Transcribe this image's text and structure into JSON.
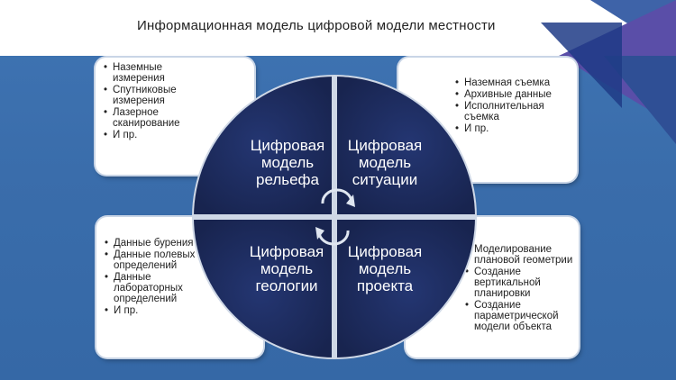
{
  "title": "Информационная  модель цифровой модели местности",
  "quadrants": {
    "top_left": "Цифровая\nмодель\nрельефа",
    "top_right": "Цифровая\nмодель\nситуации",
    "bottom_left": "Цифровая\nмодель\nгеологии",
    "bottom_right": "Цифровая\nмодель\nпроекта"
  },
  "boxes": {
    "top_left": [
      "Наземные измерения",
      "Спутниковые измерения",
      "Лазерное сканирование",
      "И пр."
    ],
    "top_right": [
      "Наземная съемка",
      "Архивные данные",
      "Исполнительная съемка",
      "И пр."
    ],
    "bottom_left": [
      "Данные бурения",
      "Данные полевых определений",
      "Данные лабораторных определений",
      "И пр."
    ],
    "bottom_right": [
      "Моделирование плановой геометрии",
      "Создание вертикальной планировки",
      "Создание параметрической модели объекта"
    ]
  },
  "colors": {
    "circle_fill": "#1d2b5e",
    "background": "#3a6dab",
    "accent_triangles": "#5a4ea8"
  }
}
